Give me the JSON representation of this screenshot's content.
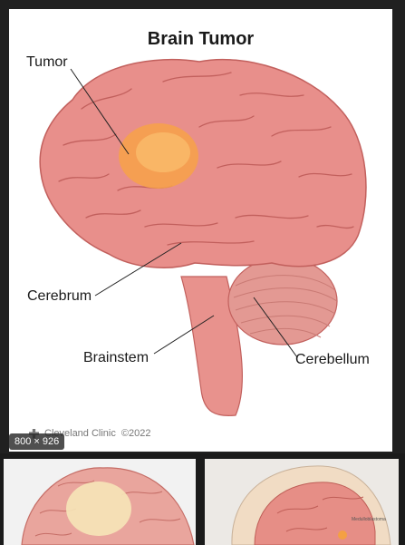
{
  "figure": {
    "title": "Brain Tumor",
    "labels": {
      "tumor": "Tumor",
      "cerebrum": "Cerebrum",
      "brainstem": "Brainstem",
      "cerebellum": "Cerebellum"
    },
    "credit": "Cleveland Clinic",
    "copyright": "©2022"
  },
  "image_dimensions": "800 × 926",
  "thumbnails": [
    {
      "name": "brain-tumor-thumbnail"
    },
    {
      "name": "medulloblastoma-thumbnail",
      "caption": "Medulloblastoma"
    }
  ],
  "colors": {
    "brain": "#e88f8b",
    "brain_dark": "#c2605d",
    "tumor": "#f6a24a",
    "background": "#1b1b1b"
  }
}
